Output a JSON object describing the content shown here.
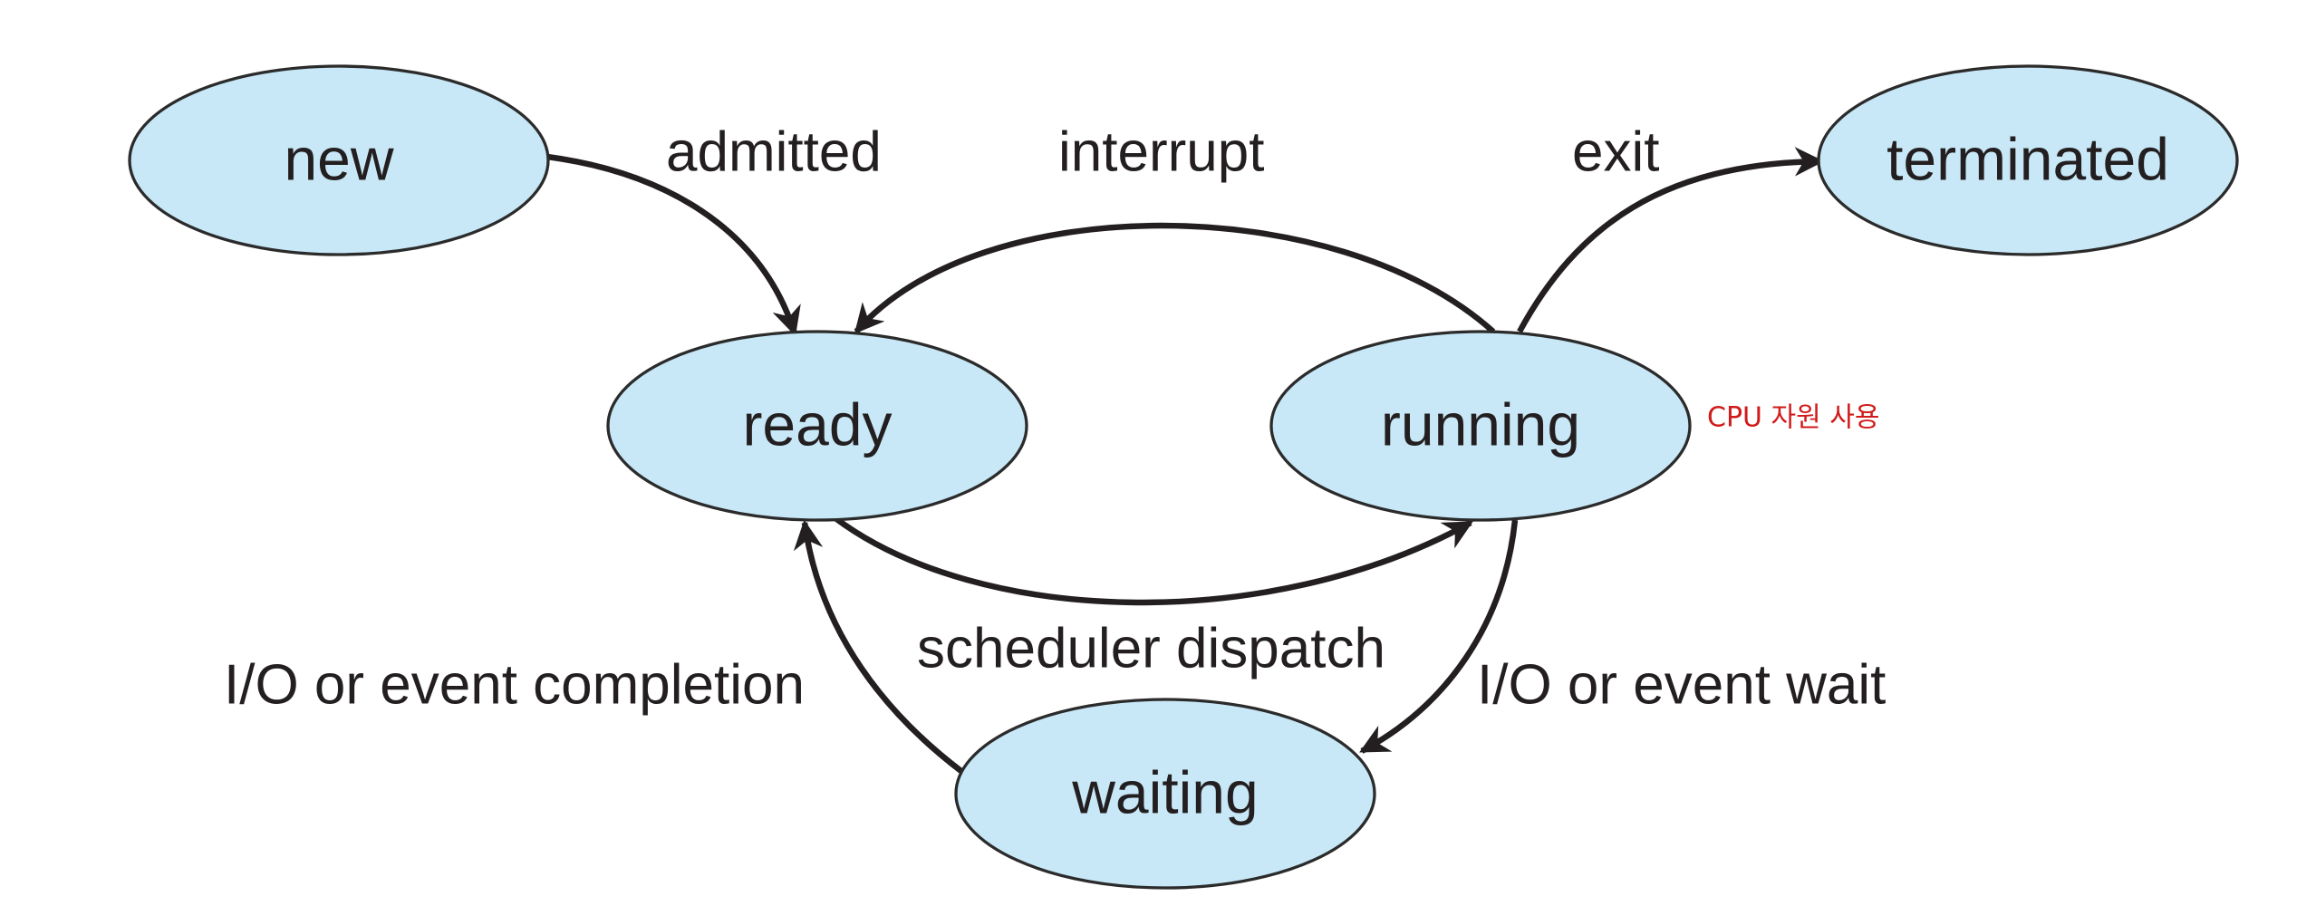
{
  "states": {
    "new": "new",
    "ready": "ready",
    "running": "running",
    "waiting": "waiting",
    "terminated": "terminated"
  },
  "transitions": {
    "admitted": "admitted",
    "interrupt": "interrupt",
    "exit": "exit",
    "scheduler_dispatch": "scheduler dispatch",
    "io_event_completion": "I/O or event completion",
    "io_event_wait": "I/O or event wait"
  },
  "annotation": "CPU 자원 사용",
  "colors": {
    "state_fill": "#c8e8f7",
    "stroke": "#231f20",
    "annotation": "#d11a1a"
  }
}
